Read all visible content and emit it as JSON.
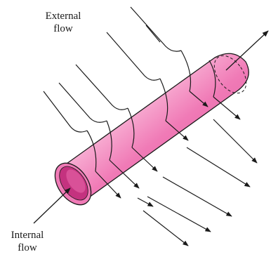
{
  "labels": {
    "external_line1": "External",
    "external_line2": "flow",
    "internal_line1": "Internal",
    "internal_line2": "flow"
  },
  "colors": {
    "pipe_body": "#f07ab6",
    "pipe_highlight": "#fbc6e0",
    "pipe_shadow": "#d9539a",
    "pipe_inner": "#c4327f",
    "stroke": "#1a1a1a"
  }
}
